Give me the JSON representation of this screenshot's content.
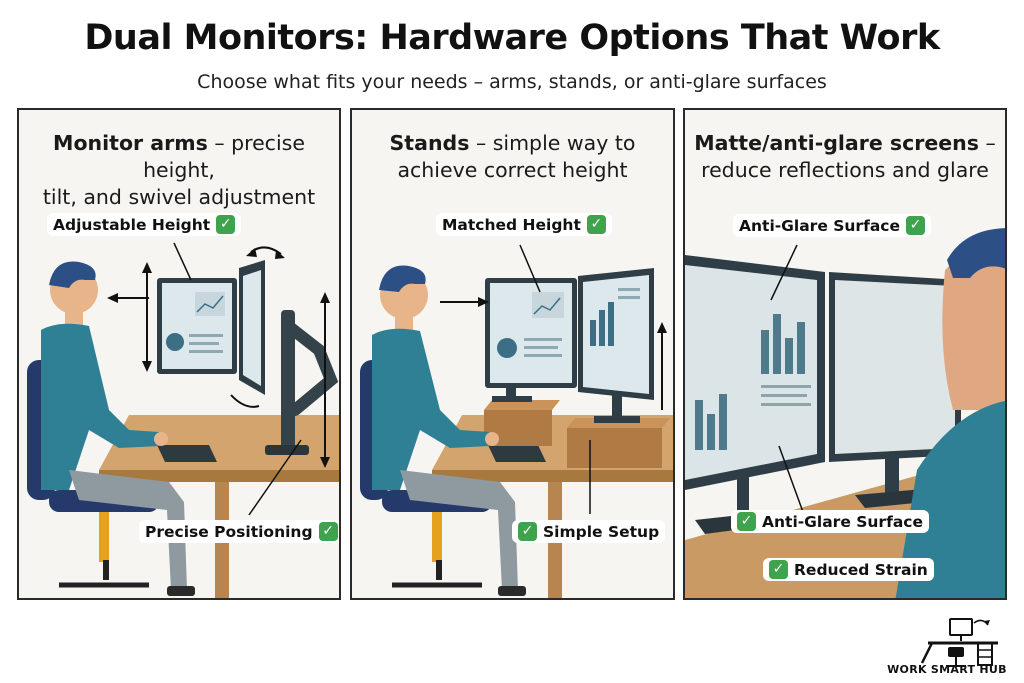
{
  "header": {
    "title": "Dual Monitors: Hardware Options That Work",
    "subtitle": "Choose what fits your needs – arms, stands, or anti-glare surfaces"
  },
  "panels": [
    {
      "heading_bold": "Monitor arms",
      "heading_rest_line1": " – precise height,",
      "heading_line2": "tilt, and swivel adjustment",
      "labels": [
        "Adjustable Height",
        "Precise Positioning"
      ]
    },
    {
      "heading_bold": "Stands",
      "heading_rest_line1": " – simple way to",
      "heading_line2": "achieve correct height",
      "labels": [
        "Matched Height",
        "Simple Setup"
      ]
    },
    {
      "heading_bold": "Matte/anti-glare screens",
      "heading_rest_line1": " –",
      "heading_line2": "reduce reflections and glare",
      "labels": [
        "Anti-Glare Surface",
        "Anti-Glare Surface",
        "Reduced Strain"
      ]
    }
  ],
  "brand": {
    "name": "WORK SMART HUB"
  },
  "icons": {
    "check": "check-icon"
  },
  "colors": {
    "check_green": "#3fa34d",
    "shirt_teal": "#2f7f95",
    "chair_navy": "#253a6b",
    "desk_wood": "#c99a64",
    "monitor_dark": "#2f3e46"
  }
}
